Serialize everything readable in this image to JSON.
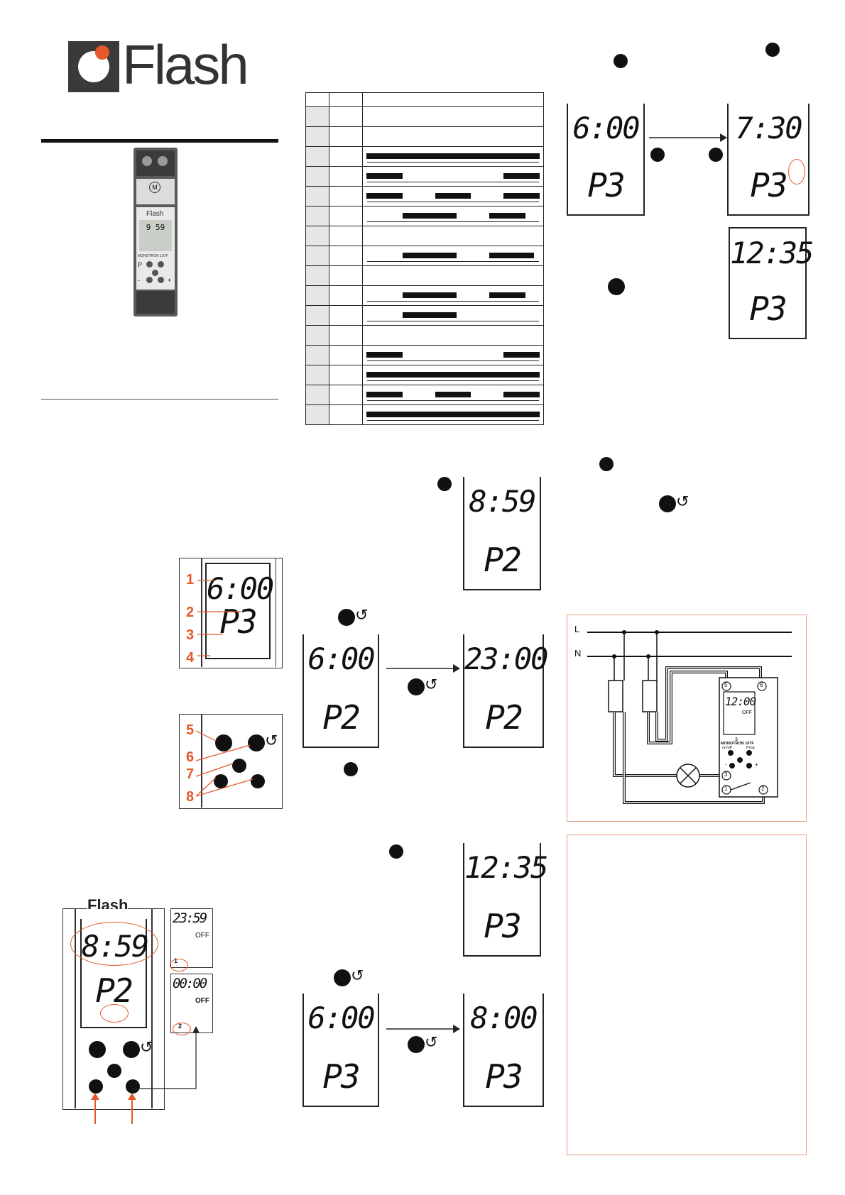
{
  "brand": {
    "name": "Flash",
    "accent": "#e4582b",
    "dark": "#333333"
  },
  "device": {
    "screen_time": "9 59",
    "model": "MONOTRON 107F",
    "key_p": "P",
    "key_minus": "-",
    "key_plus": "+"
  },
  "displays": {
    "top_before": {
      "time": "6:00",
      "program": "P3"
    },
    "top_after": {
      "time": "7:30",
      "program": "P3"
    },
    "top_result": {
      "time": "12:35",
      "program": "P3"
    },
    "mid_single": {
      "time": "8:59",
      "program": "P2"
    },
    "mid_before": {
      "time": "6:00",
      "program": "P2"
    },
    "mid_after": {
      "time": "23:00",
      "program": "P2"
    },
    "low_single": {
      "time": "12:35",
      "program": "P3"
    },
    "low_before": {
      "time": "6:00",
      "program": "P3"
    },
    "low_after": {
      "time": "8:00",
      "program": "P3"
    },
    "legend": {
      "time": "6:00",
      "program": "P3"
    },
    "bottom_main": {
      "time": "8:59",
      "program": "P2"
    },
    "bottom_small_1": {
      "time": "23:59",
      "state": "OFF",
      "index": "1"
    },
    "bottom_small_2": {
      "time": "00:00",
      "state": "OFF",
      "index": "2"
    }
  },
  "legend_numbers": [
    "1",
    "2",
    "3",
    "4",
    "5",
    "6",
    "7",
    "8"
  ],
  "wiring": {
    "line_l": "L",
    "line_n": "N",
    "terminal_5": "5",
    "terminal_6": "6",
    "terminal_3": "3",
    "terminal_1": "1",
    "terminal_2": "2",
    "screen_time": "12:00",
    "screen_state": "OFF",
    "screen_index": "3",
    "model": "MONOTRON 107F",
    "key_onoff": "on/off",
    "key_prog": "Prog",
    "key_minus": "-",
    "key_plus": "+"
  },
  "program_table": {
    "rows": [
      {
        "bars": []
      },
      {
        "bars": []
      },
      {
        "bars": [
          [
            0.02,
            0.98
          ]
        ]
      },
      {
        "bars": [
          [
            0.02,
            0.22
          ],
          [
            0.78,
            0.98
          ]
        ]
      },
      {
        "bars": [
          [
            0.02,
            0.22
          ],
          [
            0.4,
            0.6
          ],
          [
            0.78,
            0.98
          ]
        ]
      },
      {
        "bars": [
          [
            0.22,
            0.52
          ],
          [
            0.7,
            0.9
          ]
        ]
      },
      {
        "bars": []
      },
      {
        "bars": [
          [
            0.22,
            0.52
          ],
          [
            0.7,
            0.95
          ]
        ]
      },
      {
        "bars": []
      },
      {
        "bars": [
          [
            0.22,
            0.52
          ],
          [
            0.7,
            0.9
          ]
        ]
      },
      {
        "bars": [
          [
            0.22,
            0.52
          ]
        ]
      },
      {
        "bars": []
      },
      {
        "bars": [
          [
            0.02,
            0.22
          ],
          [
            0.78,
            0.98
          ]
        ]
      },
      {
        "bars": [
          [
            0.02,
            0.98
          ]
        ]
      },
      {
        "bars": [
          [
            0.02,
            0.22
          ],
          [
            0.4,
            0.6
          ],
          [
            0.78,
            0.98
          ]
        ]
      },
      {
        "bars": [
          [
            0.02,
            0.98
          ]
        ]
      }
    ]
  }
}
